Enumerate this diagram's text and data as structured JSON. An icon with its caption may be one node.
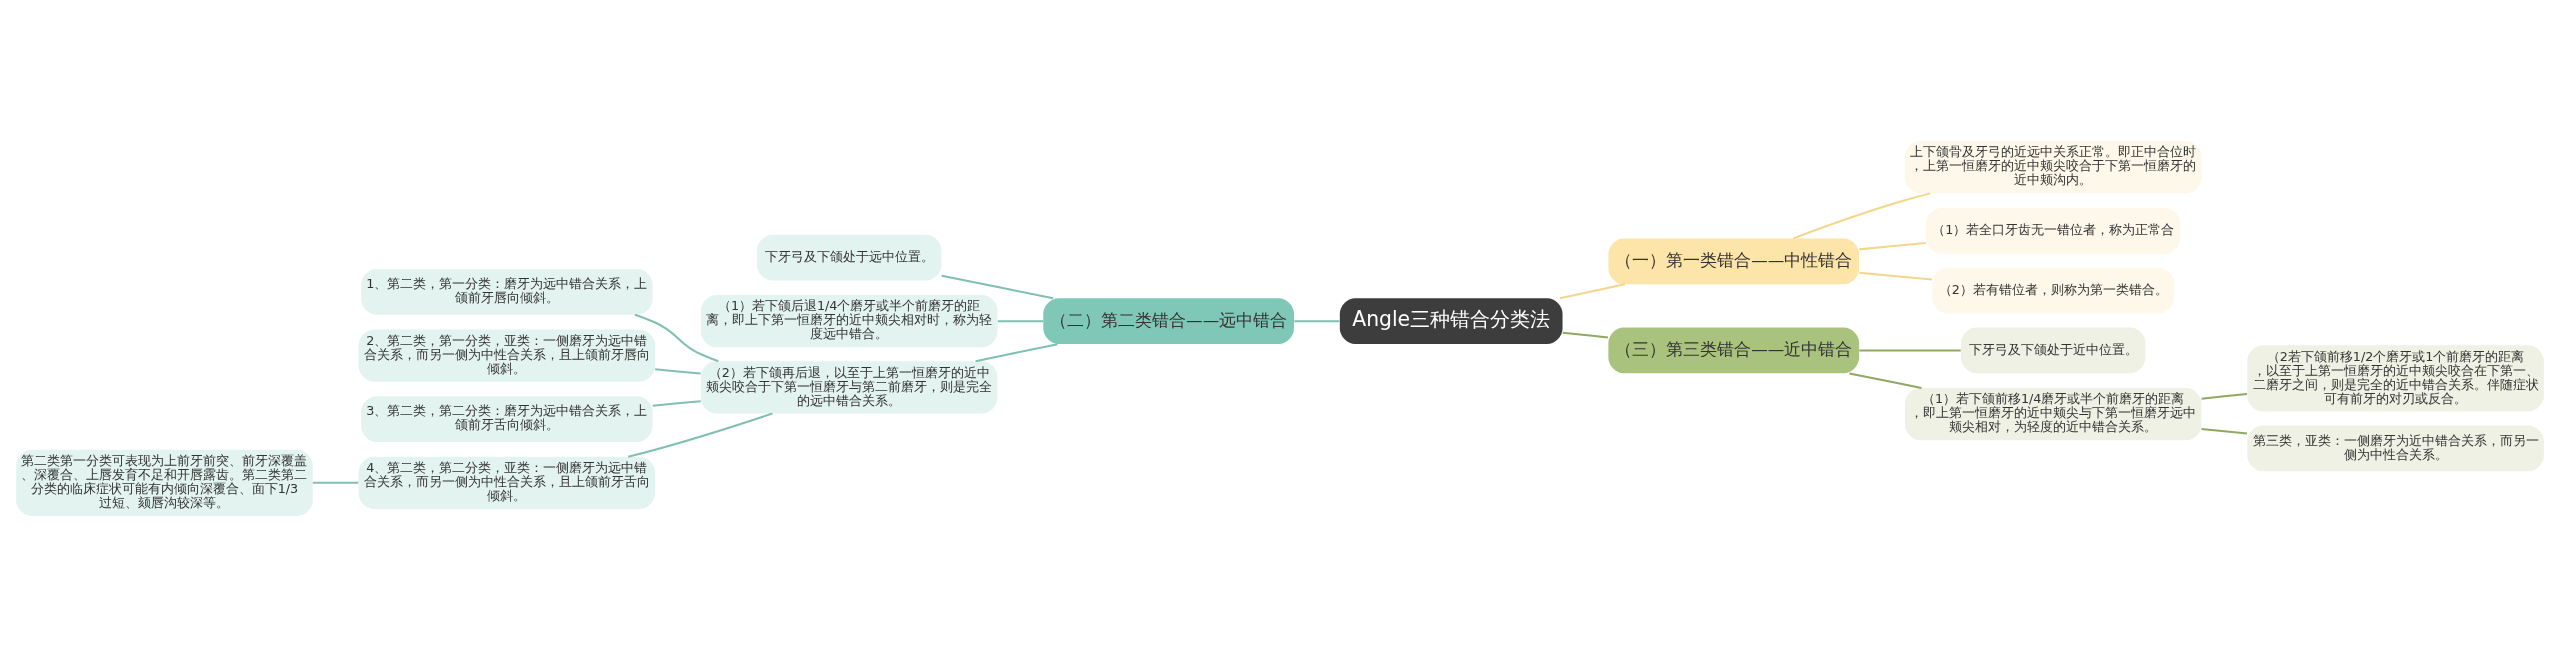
{
  "diagram": {
    "nodes": [
      {
        "text": [
          "Angle三种错合分类法"
        ]
      },
      {
        "text": [
          "（一）第一类错合——中性错合"
        ]
      },
      {
        "text": [
          "上下颌骨及牙弓的近远中关系正常。即正中合位时，上第一恒磨牙的近中颊尖咬合于下第一恒磨牙的近中颊沟内。"
        ]
      },
      {
        "text": [
          "（1）若全口牙齿无一错位者，称为正常合"
        ]
      },
      {
        "text": [
          "（2）若有错位者，则称为第一类错合。"
        ]
      },
      {
        "text": [
          "（二）第二类错合——远中错合"
        ]
      },
      {
        "text": [
          "下牙弓及下颌处于远中位置。"
        ]
      },
      {
        "text": [
          "（1）若下颌后退1/4个磨牙或半个前磨牙的距离，即上下第一恒磨牙的近中颊尖相对时，称为轻度远中错合。"
        ]
      },
      {
        "text": [
          "（2）若下颌再后退，以至于上第一恒磨牙的近中颊尖咬合于下第一恒磨牙与第二前磨牙，则是完全的远中错合关系。"
        ]
      },
      {
        "text": [
          "1、第二类，第一分类：磨牙为远中错合关系，上颌前牙唇向倾斜。"
        ]
      },
      {
        "text": [
          "2、第二类，第一分类，亚类：一侧磨牙为远中错合关系，而另一侧为中性合关系，且上颌前牙唇向倾斜。"
        ]
      },
      {
        "text": [
          "3、第二类，第二分类：磨牙为远中错合关系，上颌前牙舌向倾斜。"
        ]
      },
      {
        "text": [
          "4、第二类，第二分类，亚类：一侧磨牙为远中错合关系，而另一侧为中性合关系，且上颌前牙舌向倾斜。"
        ]
      },
      {
        "text": [
          "第二类第一分类可表现为上前牙前突、前牙深覆盖、深覆合、上唇发育不足和开唇露齿。第二类第二分类的临床症状可能有内倾向深覆合、面下1/3过短、颏唇沟较深等。"
        ]
      },
      {
        "text": [
          "（三）第三类错合——近中错合"
        ]
      },
      {
        "text": [
          "下牙弓及下颌处于近中位置。"
        ]
      },
      {
        "text": [
          "（1）若下颌前移1/4磨牙或半个前磨牙的距离，即上第一恒磨牙的近中颊尖与下第一恒磨牙远中颊尖相对，为轻度的近中错合关系。"
        ]
      },
      {
        "text": [
          "（2若下颌前移1/2个磨牙或1个前磨牙的距离，以至于上第一恒磨牙的近中颊尖咬合在下第一、二磨牙之间，则是完全的近中错合关系。伴随症状可有前牙的对刃或反合。"
        ]
      },
      {
        "text": [
          "第三类，亚类：一侧磨牙为近中错合关系，而另一侧为中性合关系。"
        ]
      }
    ],
    "edges": [
      {
        "from": 0,
        "to": 1,
        "arrow": "none",
        "color": "#f5d58a"
      },
      {
        "from": 1,
        "to": 2,
        "arrow": "none",
        "color": "#f5d58a"
      },
      {
        "from": 1,
        "to": 3,
        "arrow": "none",
        "color": "#f5d58a"
      },
      {
        "from": 1,
        "to": 4,
        "arrow": "none",
        "color": "#f5d58a"
      },
      {
        "from": 0,
        "to": 5,
        "arrow": "none"
      },
      {
        "from": 5,
        "to": 6,
        "arrow": "none"
      },
      {
        "from": 5,
        "to": 7,
        "arrow": "none"
      },
      {
        "from": 5,
        "to": 8,
        "arrow": "none"
      },
      {
        "from": 8,
        "to": 9,
        "arrow": "none"
      },
      {
        "from": 8,
        "to": 10,
        "arrow": "none"
      },
      {
        "from": 8,
        "to": 11,
        "arrow": "none"
      },
      {
        "from": 8,
        "to": 12,
        "arrow": "none"
      },
      {
        "from": 12,
        "to": 13,
        "arrow": "none"
      },
      {
        "from": 0,
        "to": 14,
        "arrow": "none",
        "color": "#8fa862"
      },
      {
        "from": 14,
        "to": 15,
        "arrow": "none",
        "color": "#8fa862"
      },
      {
        "from": 14,
        "to": 16,
        "arrow": "none",
        "color": "#8fa862"
      },
      {
        "from": 16,
        "to": 17,
        "arrow": "none",
        "color": "#8fa862"
      },
      {
        "from": 16,
        "to": 18,
        "arrow": "none",
        "color": "#8fa862"
      }
    ]
  }
}
